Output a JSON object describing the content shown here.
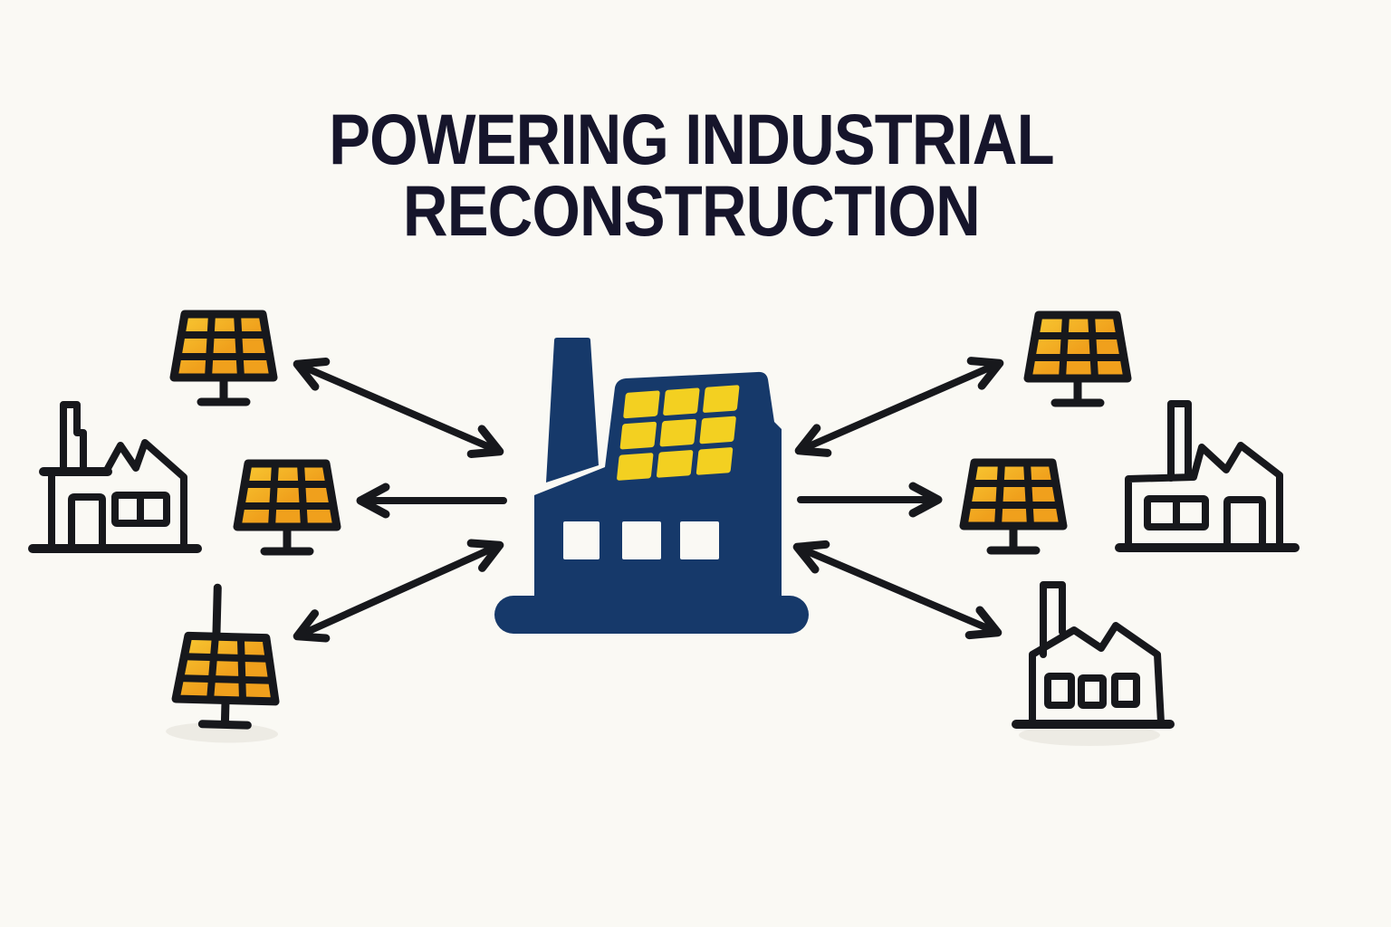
{
  "title": {
    "line1": "POWERING INDUSTRIAL",
    "line2": "RECONSTRUCTION"
  },
  "palette": {
    "background": "#faf9f4",
    "ink": "#17181c",
    "navy": "#16396a",
    "panel_orange": "#f0a01c",
    "panel_orange_light": "#f8ca33",
    "roof_yellow": "#f3d021",
    "title_color": "#16152b",
    "shadow": "#e8e6df"
  },
  "icons": [
    {
      "name": "central-solar-factory-icon",
      "description": "navy factory silhouette with chimney, three windows and 3x3 yellow solar roof"
    },
    {
      "name": "solar-panel-top-left-icon",
      "description": "3x3 orange solar panel on stand"
    },
    {
      "name": "solar-panel-mid-left-icon",
      "description": "3x3 orange solar panel on stand"
    },
    {
      "name": "solar-panel-bottom-left-icon",
      "description": "3x3 orange solar panel on mast with ground shadow"
    },
    {
      "name": "solar-panel-top-right-icon",
      "description": "3x3 orange solar panel on stand"
    },
    {
      "name": "solar-panel-mid-right-icon",
      "description": "3x3 orange solar panel on stand"
    },
    {
      "name": "factory-outline-left-icon",
      "description": "outlined factory with chimney, sawtooth roof, door and window"
    },
    {
      "name": "factory-outline-right-icon",
      "description": "outlined factory with chimney, sawtooth roof, window and door"
    },
    {
      "name": "factory-outline-bottom-right-icon",
      "description": "outlined factory with chimney, sawtooth roof and three windows"
    }
  ],
  "arrows": [
    {
      "name": "arrow-top-left",
      "style": "double-headed",
      "between": [
        "solar-panel-top-left",
        "central-solar-factory"
      ]
    },
    {
      "name": "arrow-mid-left",
      "style": "single",
      "direction": "left",
      "between": [
        "central-solar-factory",
        "solar-panel-mid-left"
      ]
    },
    {
      "name": "arrow-bottom-left",
      "style": "double-headed",
      "between": [
        "solar-panel-bottom-left",
        "central-solar-factory"
      ]
    },
    {
      "name": "arrow-top-right",
      "style": "double-headed",
      "between": [
        "central-solar-factory",
        "solar-panel-top-right"
      ]
    },
    {
      "name": "arrow-mid-right",
      "style": "single",
      "direction": "right",
      "between": [
        "central-solar-factory",
        "solar-panel-mid-right"
      ]
    },
    {
      "name": "arrow-bottom-right",
      "style": "double-headed",
      "between": [
        "central-solar-factory",
        "factory-outline-bottom-right"
      ]
    }
  ]
}
